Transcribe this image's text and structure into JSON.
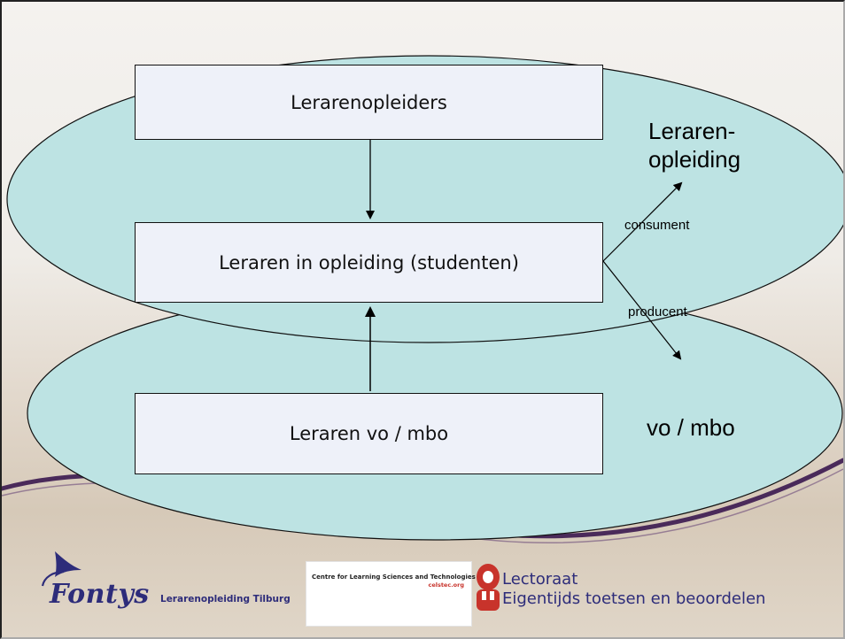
{
  "diagram": {
    "boxes": {
      "top": "Lerarenopleiders",
      "middle": "Leraren in opleiding (studenten)",
      "bottom": "Leraren vo / mbo"
    },
    "ellipse_labels": {
      "upper_line1": "Leraren-",
      "upper_line2": "opleiding",
      "lower": "vo / mbo"
    },
    "arrow_labels": {
      "consumer": "consument",
      "producer": "producent"
    },
    "colors": {
      "ellipse_fill": "#bde3e3",
      "ellipse_stroke": "#111111",
      "box_fill": "#eef1f9",
      "swoosh": "#4a2a5a",
      "brand_blue": "#2d2c7a",
      "brand_red": "#c8332b"
    }
  },
  "footer": {
    "fontys_wordmark": "Fontys",
    "fontys_subtitle": "Lerarenopleiding Tilburg",
    "celstec_title": "Centre for Learning Sciences and Technologies",
    "celstec_url": "celstec.org",
    "lectoraat_line1": "Lectoraat",
    "lectoraat_line2": "Eigentijds toetsen en beoordelen"
  }
}
